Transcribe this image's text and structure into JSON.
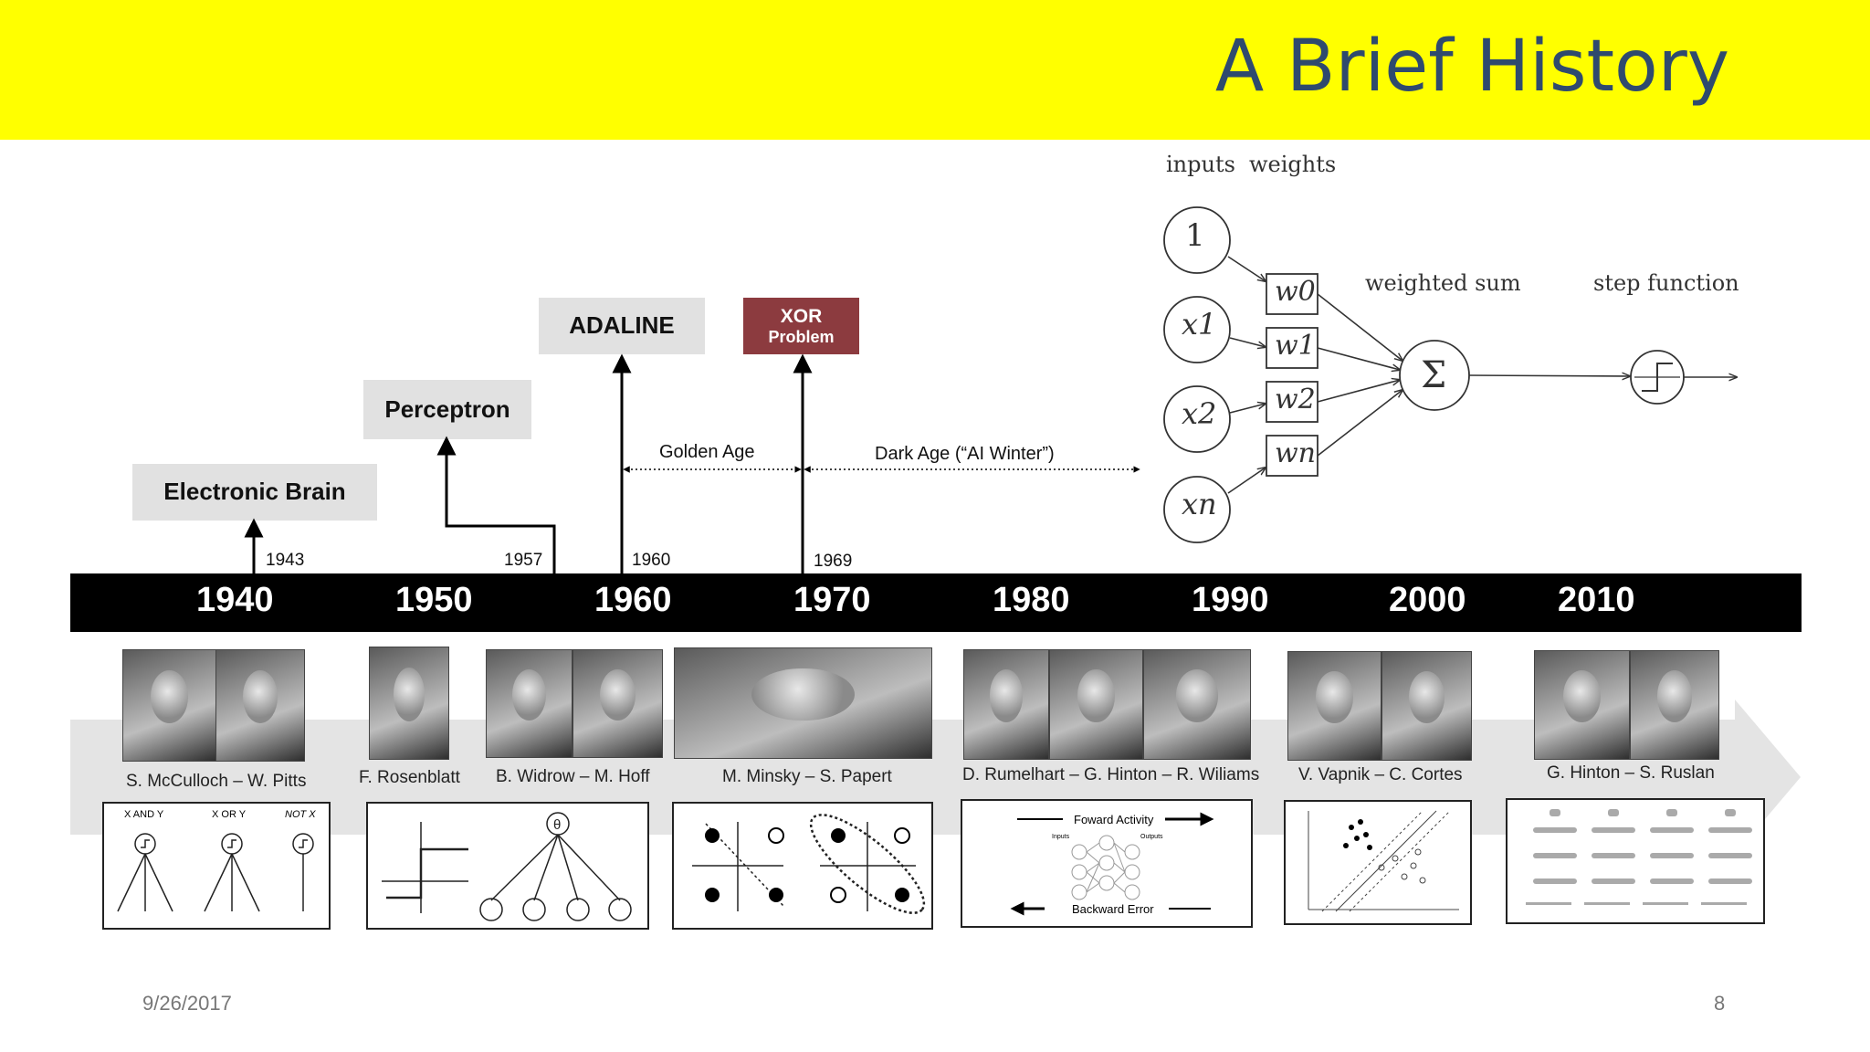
{
  "slide": {
    "title": "A Brief History",
    "date": "9/26/2017",
    "page_number": "8",
    "accent_color": "#ffff00",
    "title_color": "#2f4a6e"
  },
  "milestones": [
    {
      "label": "Electronic Brain",
      "year": "1943"
    },
    {
      "label": "Perceptron",
      "year": "1957"
    },
    {
      "label": "ADALINE",
      "year": "1960"
    },
    {
      "label_line1": "XOR",
      "label_line2": "Problem",
      "year": "1969",
      "color": "#8c3b3f"
    }
  ],
  "eras": {
    "golden": "Golden Age",
    "dark": "Dark Age (“AI Winter”)"
  },
  "decades": [
    "1940",
    "1950",
    "1960",
    "1970",
    "1980",
    "1990",
    "2000",
    "2010"
  ],
  "people": [
    "S. McCulloch – W. Pitts",
    "F. Rosenblatt",
    "B. Widrow – M. Hoff",
    "M. Minsky – S. Papert",
    "D. Rumelhart – G. Hinton – R. Wiliams",
    "V. Vapnik – C. Cortes",
    "G. Hinton – S. Ruslan"
  ],
  "logic_gates": {
    "and": "X AND Y",
    "or": "X OR Y",
    "not": "NOT X"
  },
  "network_diagram": {
    "forward": "Foward Activity",
    "backward": "Backward Error",
    "inputs": "Inputs",
    "outputs": "Outputs"
  },
  "perceptron": {
    "inputs_label": "inputs",
    "weights_label": "weights",
    "sum_label": "weighted sum",
    "step_label": "step function",
    "inputs": [
      "1",
      "x1",
      "x2",
      "xn"
    ],
    "weights": [
      "w0",
      "w1",
      "w2",
      "wn"
    ],
    "sum_symbol": "Σ"
  }
}
